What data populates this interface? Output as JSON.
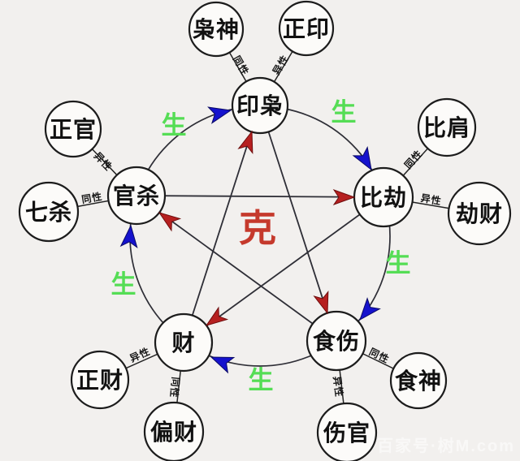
{
  "diagram": {
    "center": {
      "label": "克",
      "color": "#c5392c"
    },
    "cycle_label": {
      "text": "生",
      "color": "#55dd55"
    },
    "inner_nodes": [
      {
        "id": "yinxiao",
        "label": "印枭"
      },
      {
        "id": "bijie",
        "label": "比劫"
      },
      {
        "id": "shishang",
        "label": "食伤"
      },
      {
        "id": "cai",
        "label": "财"
      },
      {
        "id": "guansha",
        "label": "官杀"
      }
    ],
    "outer_nodes": [
      {
        "id": "xiaoshen",
        "label": "枭神",
        "relation": "同性",
        "parent": "印枭"
      },
      {
        "id": "zhengyin",
        "label": "正印",
        "relation": "异性",
        "parent": "印枭"
      },
      {
        "id": "bijian",
        "label": "比肩",
        "relation": "同性",
        "parent": "比劫"
      },
      {
        "id": "jiecai",
        "label": "劫财",
        "relation": "异性",
        "parent": "比劫"
      },
      {
        "id": "shishen",
        "label": "食神",
        "relation": "同性",
        "parent": "食伤"
      },
      {
        "id": "shangguan",
        "label": "伤官",
        "relation": "异性",
        "parent": "食伤"
      },
      {
        "id": "piancai",
        "label": "偏财",
        "relation": "同性",
        "parent": "财"
      },
      {
        "id": "zhengcai",
        "label": "正财",
        "relation": "异性",
        "parent": "财"
      },
      {
        "id": "qisha",
        "label": "七杀",
        "relation": "同性",
        "parent": "官杀"
      },
      {
        "id": "zhengguan",
        "label": "正官",
        "relation": "异性",
        "parent": "官杀"
      }
    ],
    "sheng_cycle": [
      {
        "from": "官杀",
        "to": "印枭"
      },
      {
        "from": "印枭",
        "to": "比劫"
      },
      {
        "from": "比劫",
        "to": "食伤"
      },
      {
        "from": "食伤",
        "to": "财"
      },
      {
        "from": "财",
        "to": "官杀"
      }
    ],
    "ke_cycle": [
      {
        "from": "官杀",
        "to": "比劫"
      },
      {
        "from": "比劫",
        "to": "财"
      },
      {
        "from": "财",
        "to": "印枭"
      },
      {
        "from": "印枭",
        "to": "食伤"
      },
      {
        "from": "食伤",
        "to": "官杀"
      }
    ],
    "colors": {
      "sheng_arrow": "#1512cd",
      "ke_arrow": "#b62020",
      "line": "#2e2e36"
    }
  },
  "watermark": "百家号·树M.com"
}
